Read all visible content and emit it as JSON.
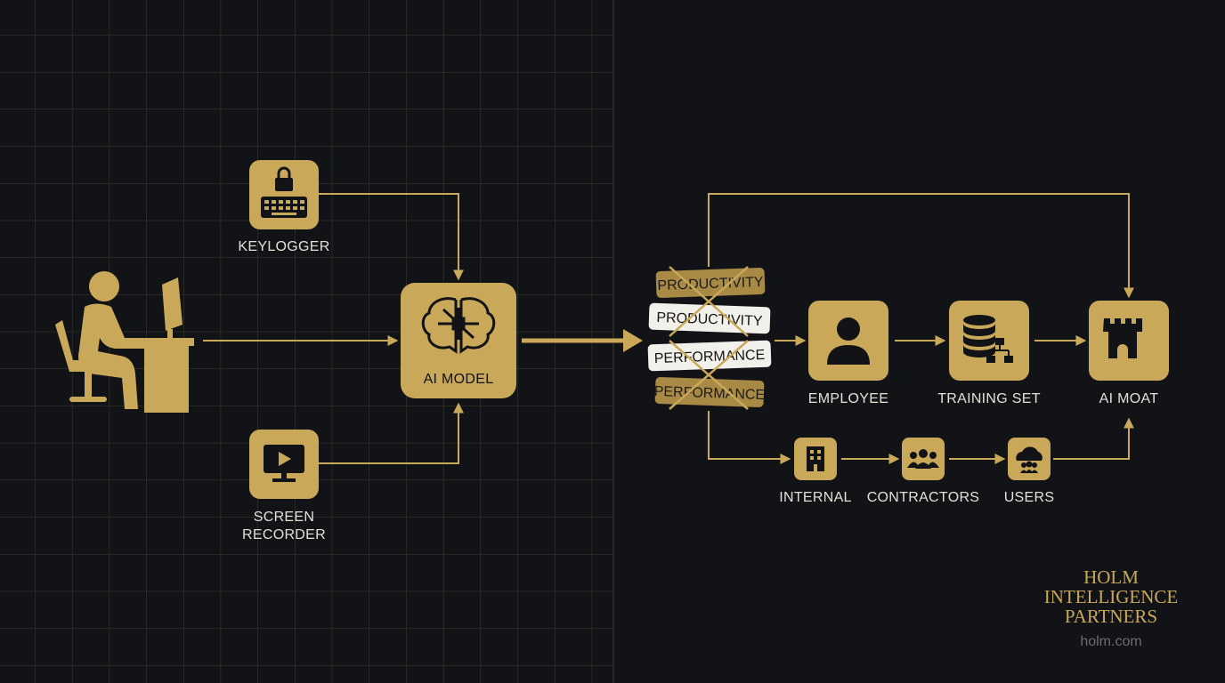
{
  "colors": {
    "background": "#111317",
    "gold": "#c9a85a",
    "grid": "#4a4632",
    "label": "#e4e0d6"
  },
  "sources": [
    {
      "label": "KEYLOGGER",
      "icon": "keyboard-lock-icon"
    },
    {
      "label_line1": "SCREEN",
      "label_line2": "RECORDER",
      "icon": "monitor-play-icon"
    }
  ],
  "user": {
    "icon": "person-at-desk-icon"
  },
  "model": {
    "label": "AI MODEL",
    "icon": "brain-circuit-icon"
  },
  "tags": {
    "back1": "PRODUCTIVITY",
    "front1": "PRODUCTIVITY",
    "front2": "PERFORMANCE",
    "back2": "PERFORMANCE"
  },
  "pipeline": [
    {
      "label": "EMPLOYEE",
      "icon": "user-icon"
    },
    {
      "label": "TRAINING SET",
      "icon": "database-icon"
    },
    {
      "label": "AI MOAT",
      "icon": "castle-icon"
    }
  ],
  "distribution": [
    {
      "label": "INTERNAL",
      "icon": "building-icon"
    },
    {
      "label": "CONTRACTORS",
      "icon": "group-icon"
    },
    {
      "label": "USERS",
      "icon": "cloud-users-icon"
    }
  ],
  "brand": {
    "line1": "HOLM",
    "line2": "INTELLIGENCE",
    "line3": "PARTNERS",
    "url": "holm.com"
  }
}
